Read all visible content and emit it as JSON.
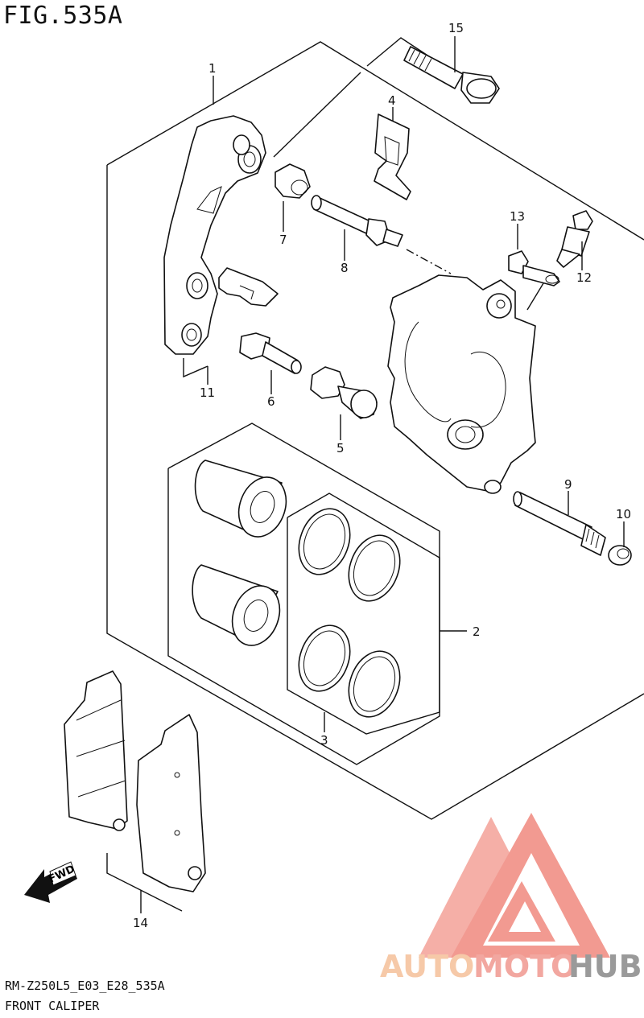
{
  "figure_title": "FIG.535A",
  "model_code": "RM-Z250L5_E03_E28_535A",
  "section_name": "FRONT CALIPER",
  "fwd_label": "FWD",
  "watermark": {
    "text_auto": "AUTO",
    "text_moto": "MOTO",
    "text_hub": "HUB",
    "color_auto": "#f6c9a8",
    "color_moto": "#f2a7a0",
    "color_hub": "#9a9a9a",
    "logo_color": "#f0897e"
  },
  "callouts": {
    "c1": "1",
    "c2": "2",
    "c3": "3",
    "c4": "4",
    "c5": "5",
    "c6": "6",
    "c7": "7",
    "c8": "8",
    "c9": "9",
    "c10": "10",
    "c11": "11",
    "c12": "12",
    "c13": "13",
    "c14": "14",
    "c15": "15"
  }
}
